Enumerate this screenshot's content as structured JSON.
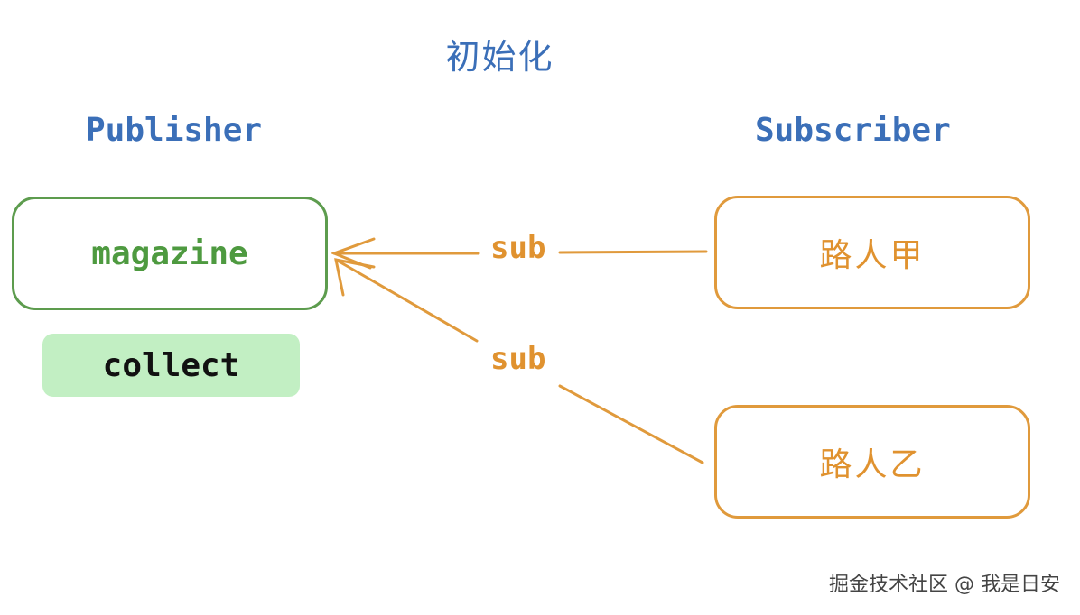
{
  "title": "初始化",
  "publisher": {
    "heading": "Publisher",
    "node_label": "magazine",
    "collect_label": "collect"
  },
  "subscriber": {
    "heading": "Subscriber",
    "nodes": [
      {
        "label": "路人甲"
      },
      {
        "label": "路人乙"
      }
    ]
  },
  "edges": [
    {
      "label": "sub",
      "from": "路人甲",
      "to": "magazine"
    },
    {
      "label": "sub",
      "from": "路人乙",
      "to": "magazine"
    }
  ],
  "colors": {
    "heading": "#3b6fb8",
    "publisher": "#5d9c4e",
    "collect_bg": "#c2efc3",
    "subscriber": "#e09a3c"
  },
  "watermark": "掘金技术社区 @ 我是日安"
}
